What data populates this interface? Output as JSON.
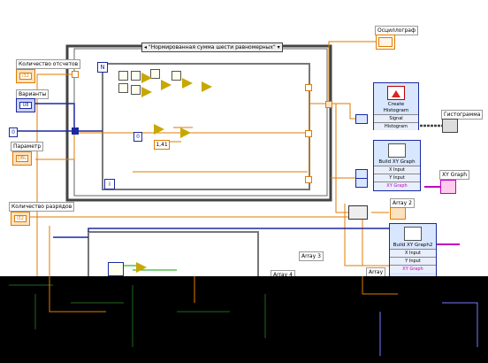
{
  "case_selector": "\"Нормированная сумма шести равномерных\"",
  "controls": {
    "samples_count": "Количество отсчетов",
    "variants": "Варианты",
    "parameter": "Параметр",
    "bits_count": "Количество разрядов"
  },
  "terminal_types": {
    "i32": "I32",
    "dbl": "DBL",
    "u8": "U8"
  },
  "constants": {
    "zero": "0",
    "value_141": "1,41",
    "n_letter": "N",
    "i_letter": "i"
  },
  "indicators": {
    "oscilloscope": "Осциллограф",
    "histogram": "Гистограмма",
    "xy_graph": "XY Graph",
    "array2": "Array 2",
    "array3": "Array 3",
    "array4": "Array 4",
    "array": "Array"
  },
  "subvis": {
    "create_histogram": {
      "title_line1": "Create",
      "title_line2": "Histogram",
      "row1": "Signal",
      "row2": "Histogram"
    },
    "build_xy": {
      "title": "Build XY Graph",
      "row1": "X Input",
      "row2": "Y Input",
      "row3": "XY Graph"
    },
    "build_xy2": {
      "title": "Build XY Graph2",
      "row1": "X Input",
      "row2": "Y Input",
      "row3": "XY Graph"
    }
  },
  "colors": {
    "orange_wire": "#e07b00",
    "blue_wire": "#1b2a9f",
    "pink_wire": "#c000c0",
    "frame_gray": "#888888"
  }
}
